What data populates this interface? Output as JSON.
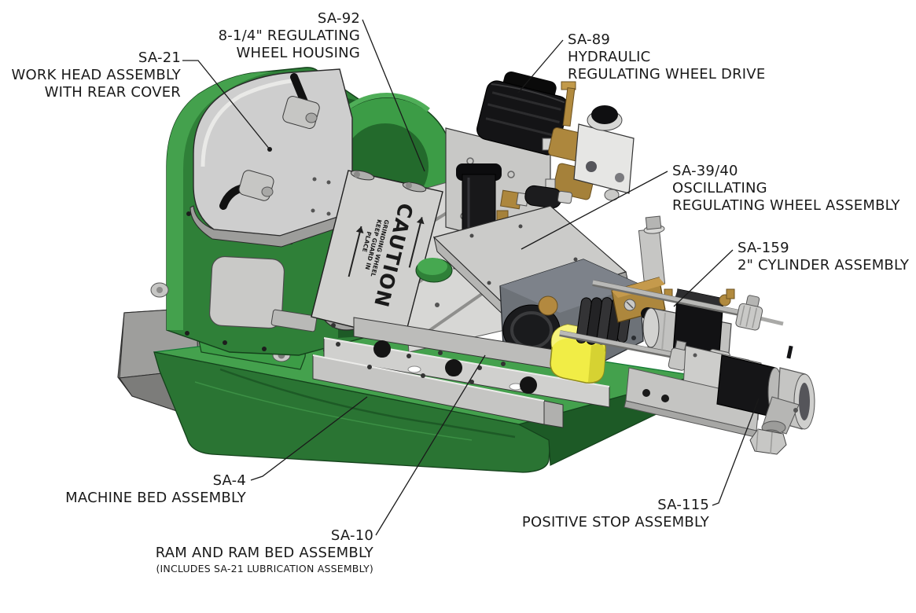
{
  "diagram": {
    "type": "exploded-assembly-callout-diagram",
    "subject": "centerless grinder sub-assemblies",
    "background": "#ffffff"
  },
  "colors": {
    "machine_green_top": "#44a14d",
    "machine_green_front": "#2a7433",
    "machine_green_dark": "#1d5a26",
    "cover_gray": "#cecece",
    "slate_housing": "#6d7278",
    "brass": "#ad873d",
    "safety_yellow": "#f1ed46",
    "line_color": "#1a1a1a"
  },
  "caution": {
    "title": "CAUTION",
    "line1": "GRINDING WHEEL",
    "line2": "KEEP GUARD IN",
    "line3": "PLACE"
  },
  "callouts": {
    "sa21": {
      "code": "SA-21",
      "line2": "WORK HEAD ASSEMBLY",
      "line3": "WITH REAR COVER"
    },
    "sa92": {
      "code": "SA-92",
      "line2": "8-1/4\" REGULATING",
      "line3": "WHEEL HOUSING"
    },
    "sa89": {
      "code": "SA-89",
      "line2": "HYDRAULIC",
      "line3": "REGULATING WHEEL DRIVE"
    },
    "sa3940": {
      "code": "SA-39/40",
      "line2": "OSCILLATING",
      "line3": "REGULATING WHEEL ASSEMBLY"
    },
    "sa159": {
      "code": "SA-159",
      "line2": "2\" CYLINDER ASSEMBLY"
    },
    "sa4": {
      "code": "SA-4",
      "line2": "MACHINE BED ASSEMBLY"
    },
    "sa10": {
      "code": "SA-10",
      "line2": "RAM AND RAM BED ASSEMBLY",
      "note": "(INCLUDES SA-21 LUBRICATION ASSEMBLY)"
    },
    "sa115": {
      "code": "SA-115",
      "line2": "POSITIVE STOP ASSEMBLY"
    }
  }
}
